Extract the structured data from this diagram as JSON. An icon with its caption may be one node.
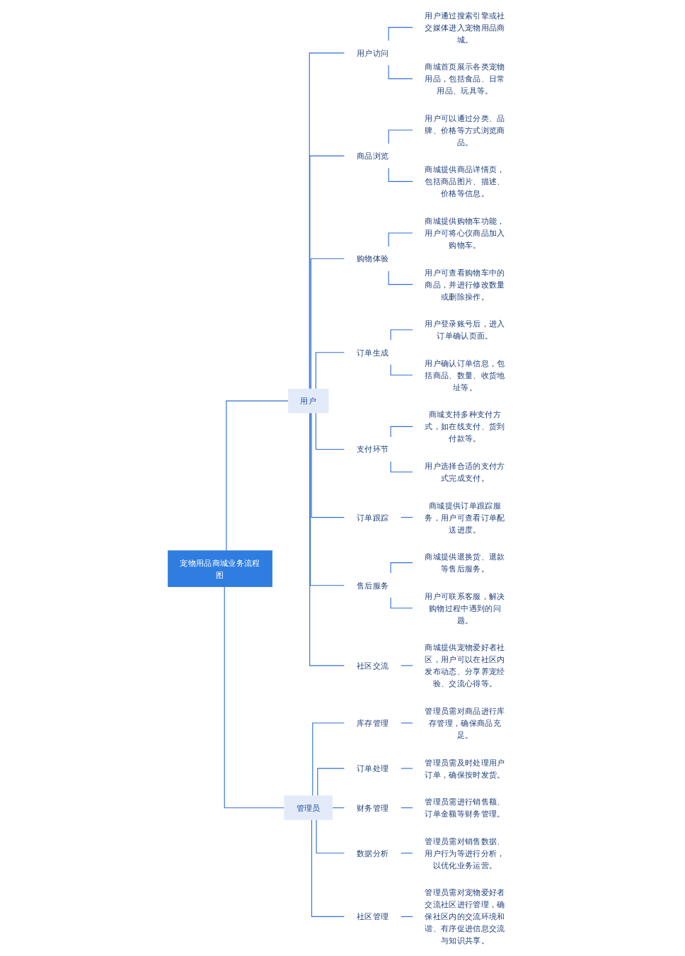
{
  "diagram": {
    "nodes": [
      {
        "text": [
          "宠物用品商城业务流程图"
        ]
      },
      {
        "text": [
          "用户"
        ]
      },
      {
        "text": [
          "用户访问"
        ]
      },
      {
        "text": [
          "用户通过搜索引擎或社交媒体进入宠物用品商城。"
        ]
      },
      {
        "text": [
          "商城首页展示各类宠物用品，包括食品、日常用品、玩具等。"
        ]
      },
      {
        "text": [
          "商品浏览"
        ]
      },
      {
        "text": [
          "用户可以通过分类、品牌、价格等方式浏览商品。"
        ]
      },
      {
        "text": [
          "商城提供商品详情页，包括商品图片、描述、价格等信息。"
        ]
      },
      {
        "text": [
          "购物体验"
        ]
      },
      {
        "text": [
          "商城提供购物车功能，用户可将心仪商品加入购物车。"
        ]
      },
      {
        "text": [
          "用户可查看购物车中的商品，并进行修改数量或删除操作。"
        ]
      },
      {
        "text": [
          "订单生成"
        ]
      },
      {
        "text": [
          "用户登录账号后，进入订单确认页面。"
        ]
      },
      {
        "text": [
          "用户确认订单信息，包括商品、数量、收货地址等。"
        ]
      },
      {
        "text": [
          "支付环节"
        ]
      },
      {
        "text": [
          "商城支持多种支付方式，如在线支付、货到付款等。"
        ]
      },
      {
        "text": [
          "用户选择合适的支付方式完成支付。"
        ]
      },
      {
        "text": [
          "订单跟踪"
        ]
      },
      {
        "text": [
          "商城提供订单跟踪服务，用户可查看订单配送进度。"
        ]
      },
      {
        "text": [
          "售后服务"
        ]
      },
      {
        "text": [
          "商城提供退换货、退款等售后服务。"
        ]
      },
      {
        "text": [
          "用户可联系客服，解决购物过程中遇到的问题。"
        ]
      },
      {
        "text": [
          "社区交流"
        ]
      },
      {
        "text": [
          "商城提供宠物爱好者社区，用户可以在社区内发布动态、分享养宠经验、交流心得等。"
        ]
      },
      {
        "text": [
          "管理员"
        ]
      },
      {
        "text": [
          "库存管理"
        ]
      },
      {
        "text": [
          "管理员需对商品进行库存管理，确保商品充足。"
        ]
      },
      {
        "text": [
          "订单处理"
        ]
      },
      {
        "text": [
          "管理员需及时处理用户订单，确保按时发货。"
        ]
      },
      {
        "text": [
          "财务管理"
        ]
      },
      {
        "text": [
          "管理员需进行销售额、订单金额等财务管理。"
        ]
      },
      {
        "text": [
          "数据分析"
        ]
      },
      {
        "text": [
          "管理员需对销售数据、用户行为等进行分析，以优化业务运营。"
        ]
      },
      {
        "text": [
          "社区管理"
        ]
      },
      {
        "text": [
          "管理员需对宠物爱好者交流社区进行管理，确保社区内的交流环境和谐、有序促进信息交流与知识共享。"
        ]
      }
    ],
    "edges": [
      {
        "from": 0,
        "to": 1,
        "arrow": "none"
      },
      {
        "from": 1,
        "to": 2,
        "arrow": "none"
      },
      {
        "from": 2,
        "to": 3,
        "arrow": "none"
      },
      {
        "from": 2,
        "to": 4,
        "arrow": "none"
      },
      {
        "from": 1,
        "to": 5,
        "arrow": "none"
      },
      {
        "from": 5,
        "to": 6,
        "arrow": "none"
      },
      {
        "from": 5,
        "to": 7,
        "arrow": "none"
      },
      {
        "from": 1,
        "to": 8,
        "arrow": "none"
      },
      {
        "from": 8,
        "to": 9,
        "arrow": "none"
      },
      {
        "from": 8,
        "to": 10,
        "arrow": "none"
      },
      {
        "from": 1,
        "to": 11,
        "arrow": "none"
      },
      {
        "from": 11,
        "to": 12,
        "arrow": "none"
      },
      {
        "from": 11,
        "to": 13,
        "arrow": "none"
      },
      {
        "from": 1,
        "to": 14,
        "arrow": "none"
      },
      {
        "from": 14,
        "to": 15,
        "arrow": "none"
      },
      {
        "from": 14,
        "to": 16,
        "arrow": "none"
      },
      {
        "from": 1,
        "to": 17,
        "arrow": "none"
      },
      {
        "from": 17,
        "to": 18,
        "arrow": "none"
      },
      {
        "from": 1,
        "to": 19,
        "arrow": "none"
      },
      {
        "from": 19,
        "to": 20,
        "arrow": "none"
      },
      {
        "from": 19,
        "to": 21,
        "arrow": "none"
      },
      {
        "from": 1,
        "to": 22,
        "arrow": "none"
      },
      {
        "from": 22,
        "to": 23,
        "arrow": "none"
      },
      {
        "from": 0,
        "to": 24,
        "arrow": "none"
      },
      {
        "from": 24,
        "to": 25,
        "arrow": "none"
      },
      {
        "from": 25,
        "to": 26,
        "arrow": "none"
      },
      {
        "from": 24,
        "to": 27,
        "arrow": "none"
      },
      {
        "from": 27,
        "to": 28,
        "arrow": "none"
      },
      {
        "from": 24,
        "to": 29,
        "arrow": "none"
      },
      {
        "from": 29,
        "to": 30,
        "arrow": "none"
      },
      {
        "from": 24,
        "to": 31,
        "arrow": "none"
      },
      {
        "from": 31,
        "to": 32,
        "arrow": "none"
      },
      {
        "from": 24,
        "to": 33,
        "arrow": "none"
      },
      {
        "from": 33,
        "to": 34,
        "arrow": "none"
      }
    ]
  }
}
